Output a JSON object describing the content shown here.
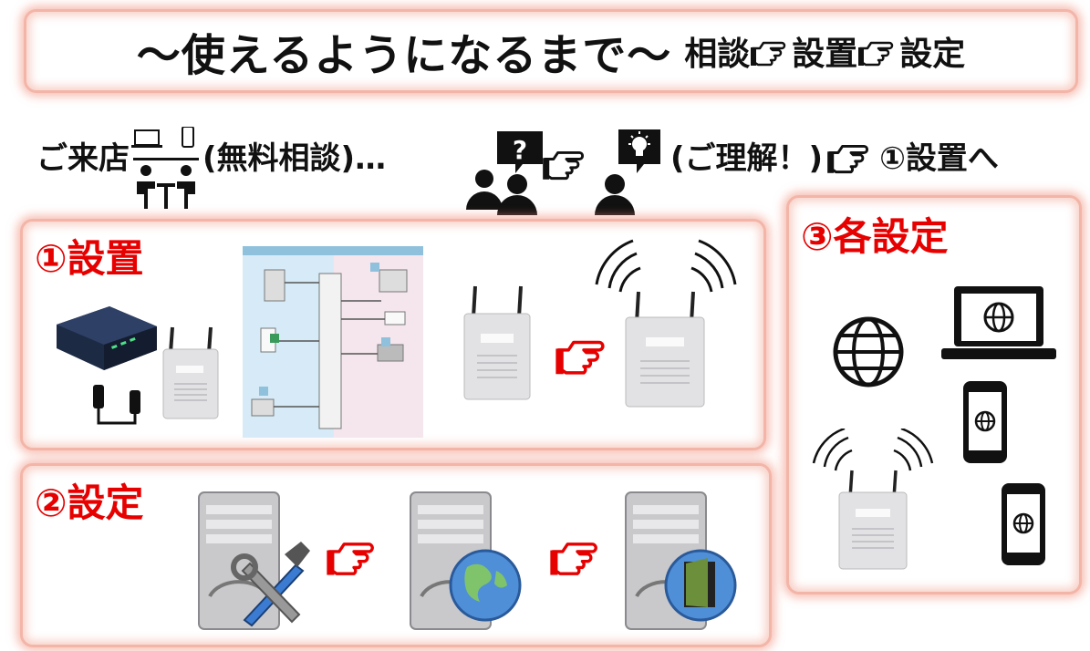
{
  "header": {
    "title": "～使えるようになるまで～",
    "steps": [
      "相談",
      "設置",
      "設定"
    ]
  },
  "flow": {
    "visit_label": "ご来店",
    "consult_label": "(無料相談)…",
    "understand_label": "(ご理解！)",
    "next_label": "①設置へ"
  },
  "sections": {
    "install": {
      "title": "①設置"
    },
    "setup": {
      "title": "②設定"
    },
    "each": {
      "title": "③各設定"
    }
  },
  "colors": {
    "accent": "#e60000",
    "glow": "#f3b5a8",
    "black": "#111111"
  },
  "icons": [
    "pointing-hand-icon",
    "laptop-icon",
    "phone-icon",
    "meeting-icon",
    "question-person-icon",
    "idea-person-icon",
    "globe-icon",
    "router-icon",
    "onu-icon",
    "server-icon",
    "tools-icon",
    "wifi-icon",
    "smartphone-icon"
  ]
}
